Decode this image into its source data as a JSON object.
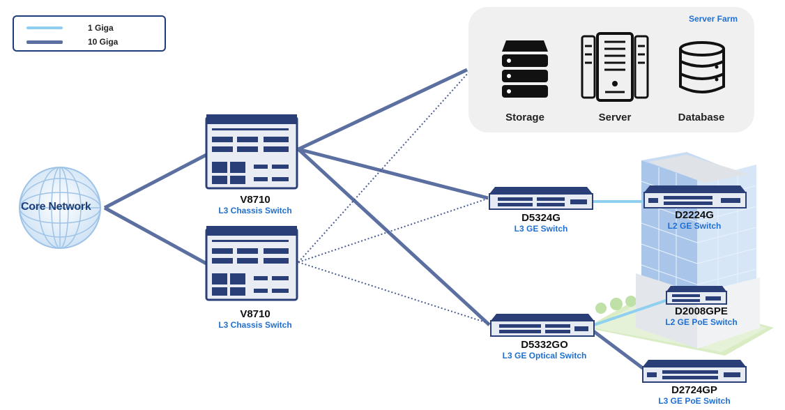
{
  "legend": {
    "items": [
      {
        "label": "1 Giga",
        "color": "#8fcff0"
      },
      {
        "label": "10 Giga",
        "color": "#5b6fa0"
      }
    ]
  },
  "server_farm": {
    "title": "Server Farm",
    "items": [
      {
        "label": "Storage",
        "icon": "storage-icon"
      },
      {
        "label": "Server",
        "icon": "server-icon"
      },
      {
        "label": "Database",
        "icon": "database-icon"
      }
    ]
  },
  "core": {
    "label": "Core Network"
  },
  "devices": {
    "v8710_top": {
      "name": "V8710",
      "type": "L3 Chassis Switch"
    },
    "v8710_bottom": {
      "name": "V8710",
      "type": "L3 Chassis Switch"
    },
    "d5324g": {
      "name": "D5324G",
      "type": "L3 GE Switch"
    },
    "d5332go": {
      "name": "D5332GO",
      "type": "L3 GE Optical Switch"
    },
    "d2224g": {
      "name": "D2224G",
      "type": "L2 GE Switch"
    },
    "d2008gpe": {
      "name": "D2008GPE",
      "type": "L2 GE PoE Switch"
    },
    "d2724gp": {
      "name": "D2724GP",
      "type": "L3 GE PoE Switch"
    }
  },
  "colors": {
    "ten_giga": "#5b6fa0",
    "one_giga": "#8fcff0",
    "accent": "#1f6fd1",
    "dotted": "#4a5c92"
  }
}
